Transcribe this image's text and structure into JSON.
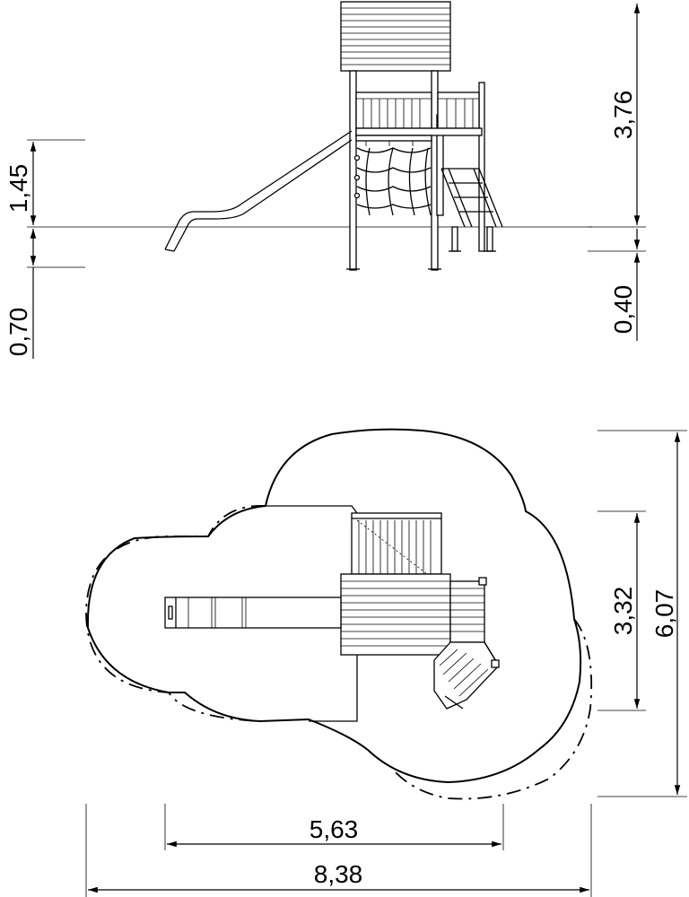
{
  "dimensions": {
    "elevation_height_total": "3,76",
    "elevation_platform_height": "1,45",
    "elevation_foundation_left": "0,70",
    "elevation_foundation_right": "0,40",
    "plan_depth_equipment": "3,32",
    "plan_depth_total": "6,07",
    "plan_width_equipment": "5,63",
    "plan_width_total": "8,38"
  }
}
